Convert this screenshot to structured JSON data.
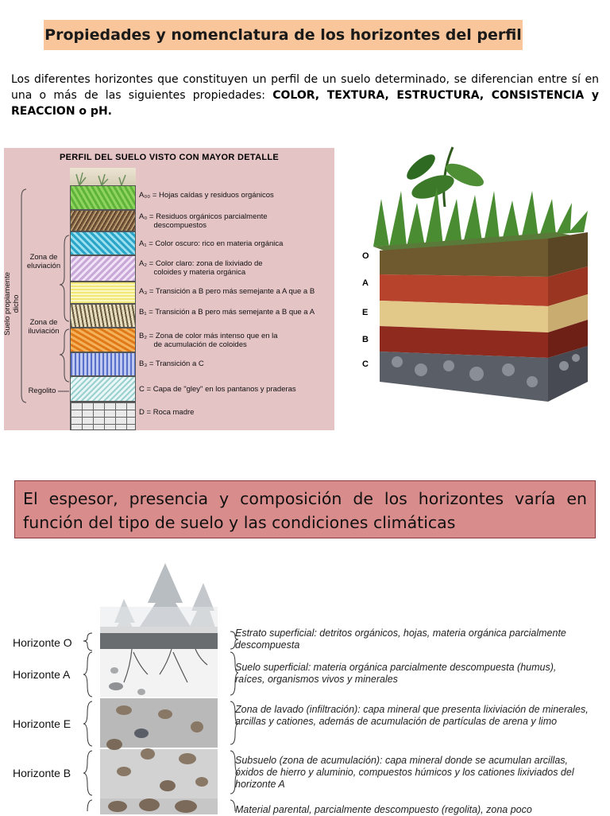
{
  "title": "Propiedades y nomenclatura de los horizontes del perfil",
  "intro": {
    "text": "Los diferentes horizontes que constituyen un perfil de un suelo determinado, se diferencian entre sí en una o más de las siguientes propiedades: ",
    "bold": "COLOR, TEXTURA, ESTRUCTURA, CONSISTENCIA y REACCION o pH."
  },
  "profile": {
    "title": "PERFIL DEL SUELO VISTO CON MAYOR DETALLE",
    "vertical_label": "Suelo propiamente dicho",
    "zones": [
      "Zona de eluviación",
      "Zona de iluviación",
      "Regolito"
    ],
    "layers": [
      {
        "code": "A₀₀",
        "desc": "= Hojas caídas y residuos orgánicos"
      },
      {
        "code": "A₀",
        "desc": "= Residuos orgánicos parcialmente",
        "desc2": "descompuestos"
      },
      {
        "code": "A₁",
        "desc": "= Color oscuro: rico en materia orgánica"
      },
      {
        "code": "A₂",
        "desc": "= Color claro: zona de lixiviado de",
        "desc2": "coloides y materia orgánica"
      },
      {
        "code": "A₃",
        "desc": "= Transición a B pero más semejante a A que a B"
      },
      {
        "code": "B₁",
        "desc": "= Transición a B pero más semejante a B que a A"
      },
      {
        "code": "B₂",
        "desc": "= Zona de color más intenso que en la",
        "desc2": "de acumulación de coloides"
      },
      {
        "code": "B₃",
        "desc": "= Transición a C"
      },
      {
        "code": "C",
        "desc": "= Capa de \"gley\" en los pantanos y praderas"
      },
      {
        "code": "D",
        "desc": "= Roca madre"
      }
    ]
  },
  "cube": {
    "letters": [
      "O",
      "A",
      "E",
      "B",
      "C"
    ]
  },
  "banner": "El espesor, presencia y composición de los horizontes varía en función del tipo de suelo y las condiciones climáticas",
  "horizons": [
    {
      "label": "Horizonte O",
      "desc": "Estrato superficial: detritos orgánicos, hojas, materia orgánica parcialmente descompuesta"
    },
    {
      "label": "Horizonte A",
      "desc": "Suelo superficial: materia orgánica parcialmente descompuesta (humus), raíces, organismos vivos y minerales"
    },
    {
      "label": "Horizonte E",
      "desc": "Zona de lavado (infiltración): capa mineral que presenta lixiviación de minerales, arcillas y cationes, además de acumulación de partículas de arena y limo"
    },
    {
      "label": "Horizonte B",
      "desc": "Subsuelo (zona de acumulación): capa mineral donde se acumulan arcillas, óxidos de hierro y aluminio, compuestos húmicos y los cationes lixiviados del horizonte A"
    },
    {
      "desc": "Material parental, parcialmente descompuesto (regolita), zona poco"
    }
  ]
}
